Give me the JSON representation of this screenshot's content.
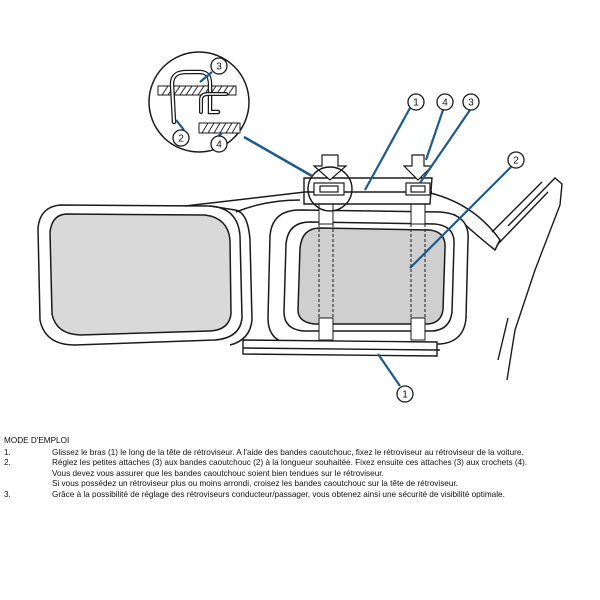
{
  "callouts": {
    "top_arm": "1",
    "top_clip": "4",
    "top_attach": "3",
    "band": "2",
    "bottom_arm": "1",
    "detail_attach": "3",
    "detail_band": "2",
    "detail_clip": "4"
  },
  "colors": {
    "line": "#1a1a1a",
    "callout_line": "#1f5a8c",
    "glass": "#cfcfcf"
  },
  "instructions": {
    "title": "MODE D'EMPLOI",
    "steps": [
      {
        "num": "1.",
        "lines": [
          "Glissez le bras (1) le long de la tête de rétroviseur. A l'aide des bandes caoutchouc, fixez le rétroviseur au rétroviseur de la voiture."
        ]
      },
      {
        "num": "2.",
        "lines": [
          "Réglez les petites attaches (3) aux bandes caoutchouc (2) à la longueur souhaitée. Fixez ensuite ces attaches (3) aux crochets (4).",
          "Vous devez vous assurer que les bandes caoutchouc soient bien tendues sur le rétroviseur.",
          "Si vous possédez un rétroviseur plus ou moins arrondi, croisez les bandes caoutchouc sur la tête de rétroviseur."
        ]
      },
      {
        "num": "3.",
        "lines": [
          "Grâce à la possibilité de réglage des rétroviseurs conducteur/passager, vous obtenez ainsi une sécurité de visibilité optimale."
        ]
      }
    ]
  }
}
